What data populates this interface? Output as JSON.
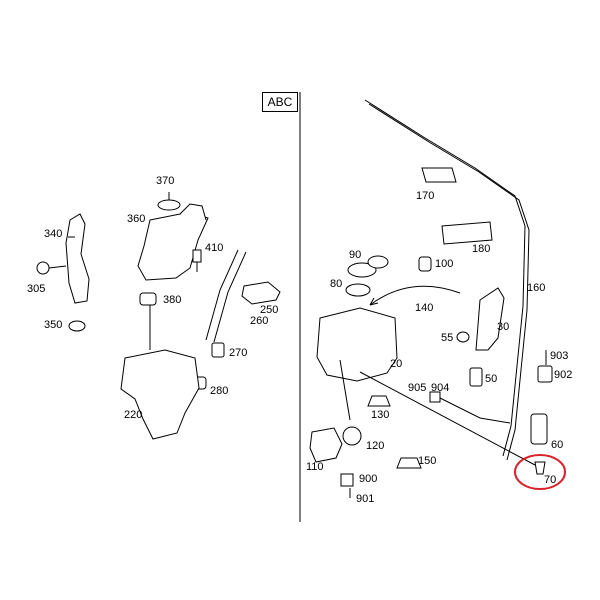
{
  "variant_label": "ABC",
  "highlight_color": "#d9232a",
  "labels": {
    "l370": "370",
    "l360": "360",
    "l410": "410",
    "l340": "340",
    "l305": "305",
    "l380": "380",
    "l260": "260",
    "l250": "250",
    "l350": "350",
    "l270": "270",
    "l280": "280",
    "l220": "220",
    "l170": "170",
    "l180": "180",
    "l90": "90",
    "l100": "100",
    "l160": "160",
    "l80": "80",
    "l140": "140",
    "l30": "30",
    "l55": "55",
    "l50": "50",
    "l20": "20",
    "l905": "905",
    "l904": "904",
    "l903": "903",
    "l902": "902",
    "l130": "130",
    "l120": "120",
    "l60": "60",
    "l150": "150",
    "l110": "110",
    "l900": "900",
    "l901": "901",
    "l70": "70"
  }
}
